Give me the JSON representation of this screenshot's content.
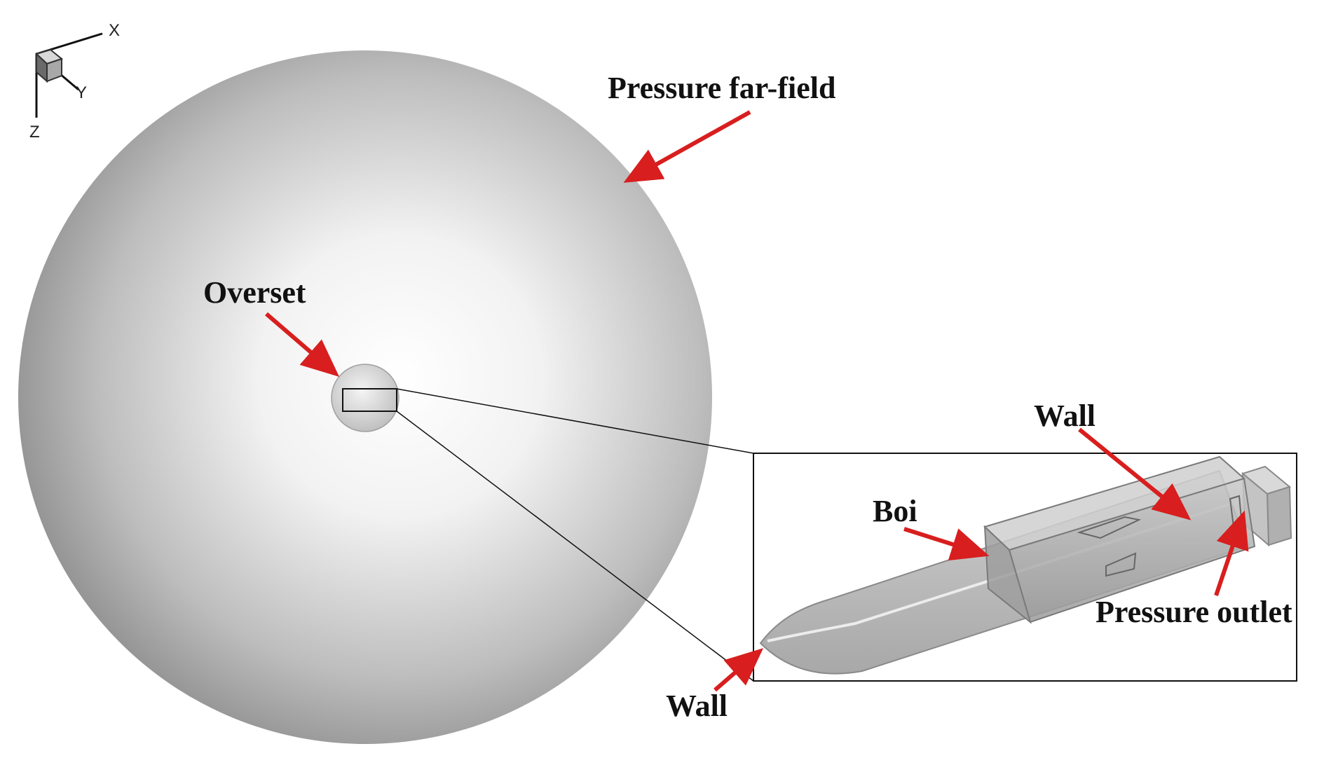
{
  "axes_triad": {
    "x_label": "X",
    "y_label": "Y",
    "z_label": "Z"
  },
  "labels": {
    "far_field": "Pressure far-field",
    "overset": "Overset",
    "boi": "Boi",
    "wall_top": "Wall",
    "wall_bottom": "Wall",
    "pressure_outlet": "Pressure outlet"
  },
  "colors": {
    "arrow": "#d81e1e",
    "domain_shade": "#8c8c8c",
    "body_shade": "#b4b4b4",
    "line": "#111111"
  }
}
